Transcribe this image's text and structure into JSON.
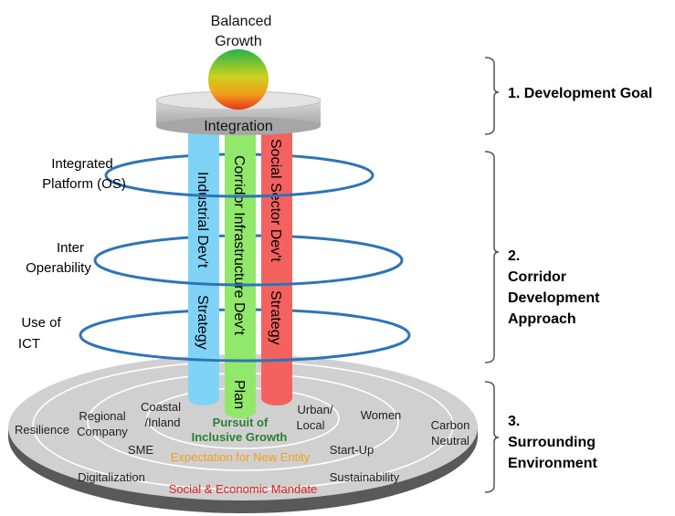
{
  "goal": {
    "title_line1": "Balanced",
    "title_line2": "Growth",
    "platform_label": "Integration"
  },
  "pillars": {
    "industrial": {
      "top_text": "Industrial Dev't",
      "bottom_text": "Strategy",
      "color": "#7fd3f7"
    },
    "infrastructure": {
      "top_text": "Corridor Infrastructure Dev't",
      "bottom_text": "Plan",
      "color": "#92e86a"
    },
    "social": {
      "top_text": "Social Sector Dev't",
      "bottom_text": "Strategy",
      "color": "#f4625f"
    }
  },
  "rings": {
    "color": "#2e75b6",
    "labels": [
      {
        "line1": "Integrated",
        "line2": "Platform (OS)"
      },
      {
        "line1": "Inter",
        "line2": "Operability"
      },
      {
        "line1": "Use of",
        "line2": "ICT"
      }
    ]
  },
  "base": {
    "center_line1": "Pursuit of",
    "center_line2": "Inclusive Growth",
    "center_color": "#2e7d32",
    "expectation": "Expectation for New Entity",
    "expectation_color": "#f4a020",
    "mandate": "Social & Economic Mandate",
    "mandate_color": "#e02020",
    "coastal_line1": "Coastal",
    "coastal_line2": "/Inland",
    "urban_line1": "Urban/",
    "urban_line2": "Local",
    "regional_line1": "Regional",
    "regional_line2": "Company",
    "women": "Women",
    "sme": "SME",
    "startup": "Start-Up",
    "resilience": "Resilience",
    "carbon_line1": "Carbon",
    "carbon_line2": "Neutral",
    "digitalization": "Digitalization",
    "sustainability": "Sustainability"
  },
  "stages": {
    "goal": "1. Development Goal",
    "approach_line1": "2.",
    "approach_line2": "Corridor",
    "approach_line3": "Development",
    "approach_line4": "Approach",
    "environment_line1": "3.",
    "environment_line2": "Surrounding",
    "environment_line3": "Environment"
  }
}
